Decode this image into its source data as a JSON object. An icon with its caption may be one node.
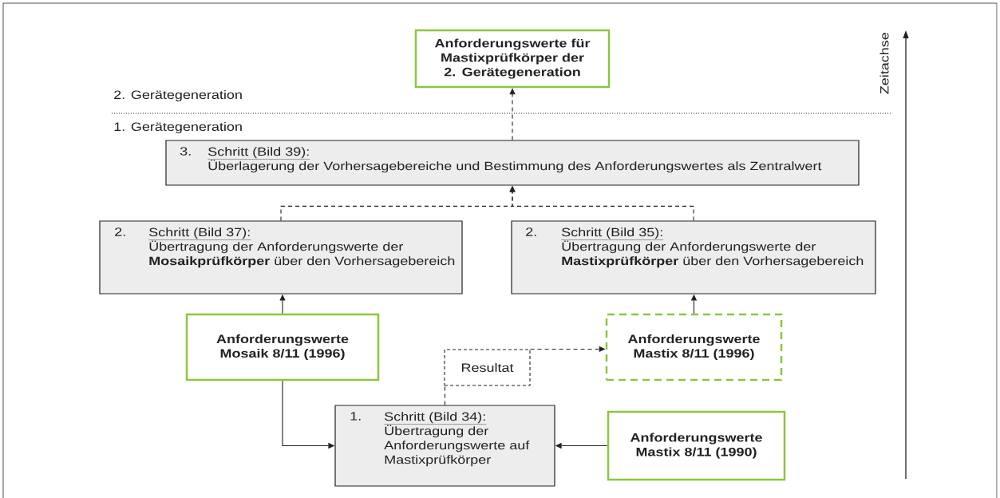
{
  "diagram": {
    "nodes": [
      {
        "text": [
          "Anforderungswerte für Mastixprüfkörper der 2. Gerätegeneration"
        ]
      },
      {
        "text": [
          "3.",
          "Schritt (Bild 39):",
          "Überlagerung der Vorhersagebereiche und Bestimmung des Anforderungswertes als Zentralwert"
        ]
      },
      {
        "text": [
          "2.",
          "Schritt (Bild 37):",
          "Übertragung der Anforderungswerte der **Mosaikprüfkörper** über den Vorhersagebereich"
        ]
      },
      {
        "text": [
          "2.",
          "Schritt (Bild 35):",
          "Übertragung der Anforderungswerte der **Mastixprüfkörper** über den Vorhersagebereich"
        ]
      },
      {
        "text": [
          "Anforderungswerte Mosaik 8/11 (1996)"
        ]
      },
      {
        "text": [
          "Anforderungswerte Mastix 8/11 (1996)"
        ]
      },
      {
        "text": [
          "Resultat"
        ]
      },
      {
        "text": [
          "1.",
          "Schritt (Bild 34):",
          "Übertragung der Anforderungswerte auf Mastixprüfkörper"
        ]
      },
      {
        "text": [
          "Anforderungswerte Mastix 8/11 (1990)"
        ]
      }
    ],
    "edges": [
      {
        "from": 1,
        "to": 0,
        "arrow": "to",
        "style": "dashed"
      },
      {
        "from": 2,
        "to": 1,
        "arrow": "to",
        "style": "dashed"
      },
      {
        "from": 3,
        "to": 1,
        "arrow": "to",
        "style": "dashed"
      },
      {
        "from": 4,
        "to": 2,
        "arrow": "to"
      },
      {
        "from": 5,
        "to": 3,
        "arrow": "to"
      },
      {
        "from": 4,
        "to": 7,
        "arrow": "to"
      },
      {
        "from": 8,
        "to": 7,
        "arrow": "to"
      },
      {
        "from": 7,
        "to": 6,
        "arrow": "none",
        "style": "dashed"
      },
      {
        "from": 6,
        "to": 5,
        "arrow": "to",
        "style": "dashed"
      }
    ],
    "labels": [
      "2. Gerätegeneration",
      "1. Gerätegeneration",
      "Zeitachse"
    ]
  }
}
